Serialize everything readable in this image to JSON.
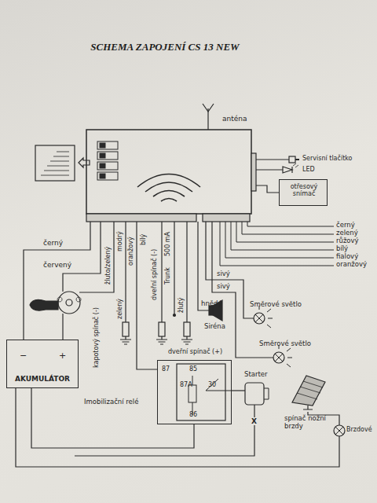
{
  "diagram": {
    "title": "SCHEMA ZAPOJENÍ CS 13 NEW",
    "nodes": [
      {
        "text": [
          "otřesový snímač"
        ]
      },
      {
        "text": [
          "AKUMULÁTOR"
        ]
      },
      {
        "text": [
          "Imobilizační relé",
          "85",
          "87",
          "87A",
          "30",
          "86"
        ]
      }
    ],
    "labels": [
      "anténa",
      "Servisní tlačítko",
      "LED",
      "černý",
      "zelený",
      "růžový",
      "bílý",
      "fialový",
      "oranžový",
      "černý",
      "červený",
      "žluto/zelený",
      "modrý",
      "oranžový",
      "bílý",
      "dveřní spínač (-)",
      "500 mA",
      "Trunk",
      "zelený",
      "žlutý",
      "kapotový spínač (-)",
      "dveřní spínač (+)",
      "hnědý",
      "sivý",
      "sivý",
      "Siréna",
      "Směrové světlo",
      "Směrové světlo",
      "Starter",
      "spínač nožní brzdy",
      "Brzdové",
      "−",
      "+",
      "X"
    ]
  }
}
